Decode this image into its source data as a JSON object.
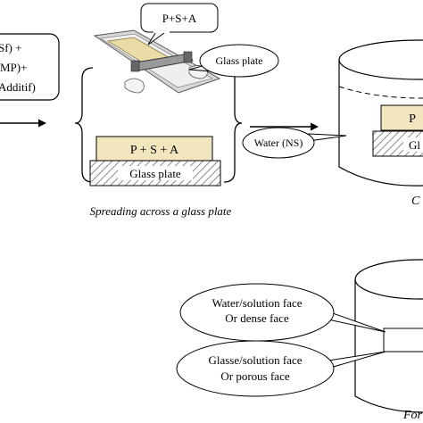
{
  "left_box": {
    "line1": "Sf)  +",
    "line2": "MP)+",
    "line3": "Additif)"
  },
  "callouts": {
    "psa_small": "P+S+A",
    "glass_plate": "Glass plate",
    "water_ns": "Water (NS)",
    "water_face_line1": "Water/solution face",
    "water_face_line2": "Or dense face",
    "glass_face_line1": "Glasse/solution face",
    "glass_face_line2": "Or porous face"
  },
  "spread_stack": {
    "top_label": "P + S + A",
    "bottom_label": "Glass plate"
  },
  "bath_stack": {
    "top_label": "P",
    "bottom_label": "Gl"
  },
  "captions": {
    "spreading": "Spreading across a glass plate",
    "right_partial": "C",
    "bottom_partial": "For"
  },
  "colors": {
    "film": "#f2e6bf",
    "tray": "#d6d6d6",
    "stroke": "#000000",
    "sheet": "#f0f0f0"
  }
}
